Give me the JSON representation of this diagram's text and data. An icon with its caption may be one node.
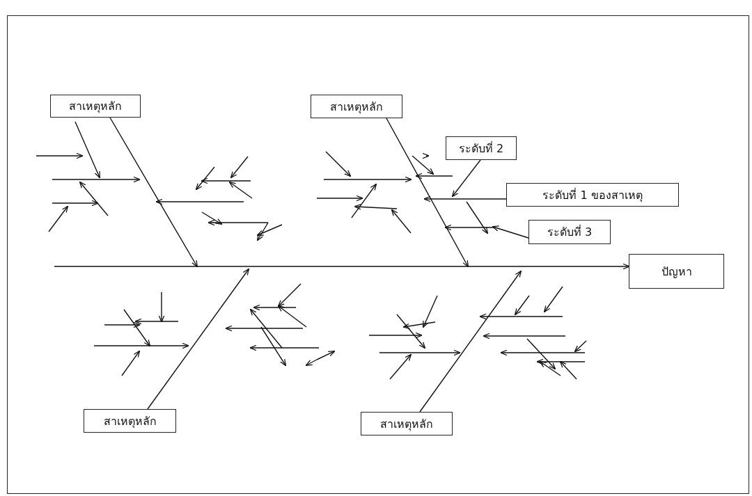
{
  "diagram": {
    "nodes": [
      {
        "text": [
          "สาเหตุหลัก"
        ]
      },
      {
        "text": [
          "สาเหตุหลัก"
        ]
      },
      {
        "text": [
          "ระดับที่ 2"
        ]
      },
      {
        "text": [
          "ระดับที่ 1 ของสาเหตุ"
        ]
      },
      {
        "text": [
          "ระดับที่ 3"
        ]
      },
      {
        "text": [
          "ปัญหา"
        ]
      },
      {
        "text": [
          "สาเหตุหลัก"
        ]
      },
      {
        "text": [
          "สาเหตุหลัก"
        ]
      }
    ],
    "edges": [
      {
        "from": null,
        "to": 5,
        "arrow": "to"
      },
      {
        "from": 0,
        "to": null,
        "arrow": "to"
      },
      {
        "from": 1,
        "to": null,
        "arrow": "to"
      },
      {
        "from": 6,
        "to": null,
        "arrow": "to"
      },
      {
        "from": 7,
        "to": null,
        "arrow": "to"
      },
      {
        "from": 2,
        "to": null,
        "arrow": "to"
      },
      {
        "from": 3,
        "to": null,
        "arrow": "to"
      },
      {
        "from": 4,
        "to": null,
        "arrow": "to"
      }
    ]
  }
}
